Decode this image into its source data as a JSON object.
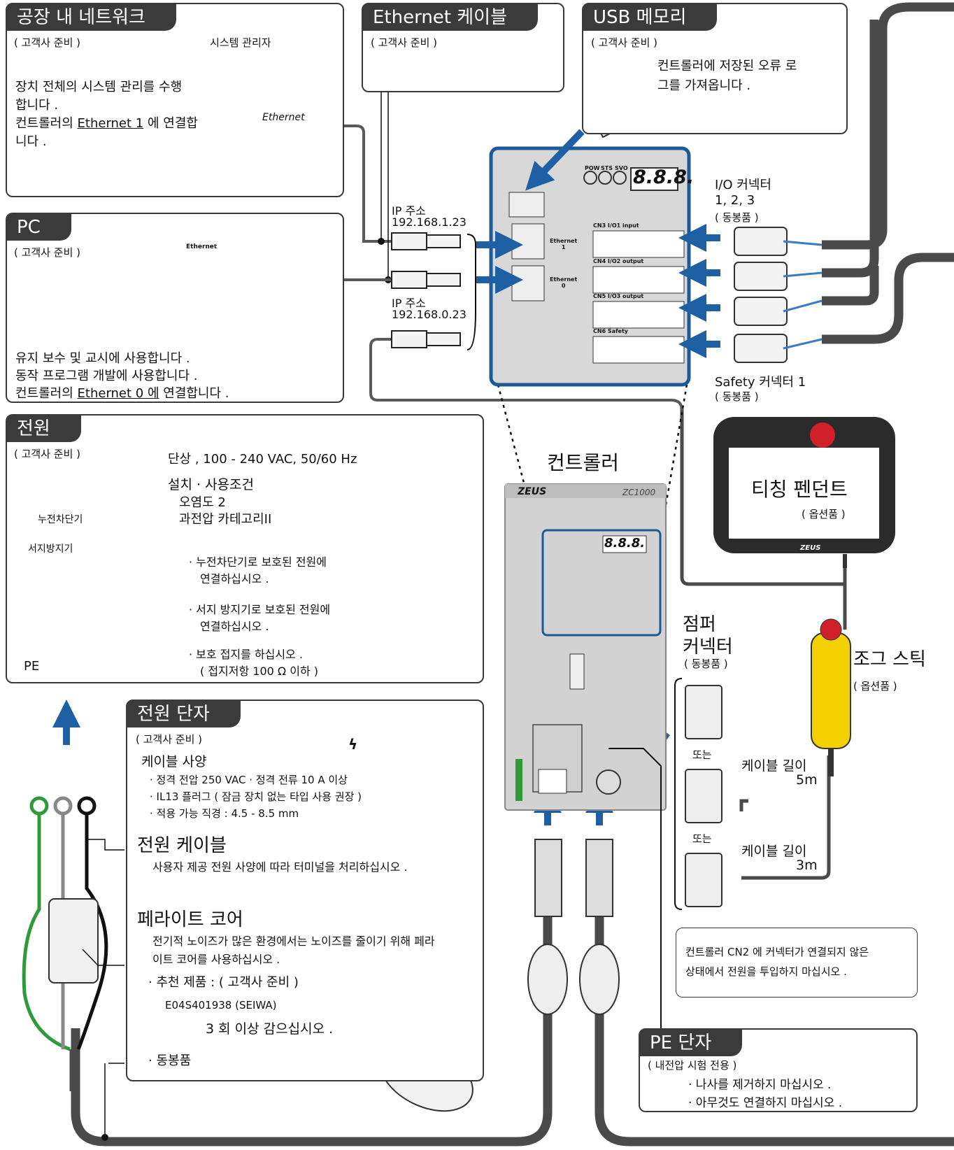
{
  "colors": {
    "panel_dark": "#3b3b3b",
    "arrow_blue": "#1f5fa3",
    "frame_blue": "#1e5a96",
    "warn_yellow": "#f5d000",
    "stop_red": "#d0202a",
    "cable_gray": "#5a5a5a",
    "earth_green": "#2f9a3a"
  },
  "network": {
    "title": "공장 내 네트워크",
    "supplied": "( 고객사 준비 )",
    "admin": "시스템 관리자",
    "desc_lines": [
      "장치 전체의 시스템 관리를 수행",
      "합니다 ."
    ],
    "connect_prefix": "컨트롤러의 ",
    "connect_port": "Ethernet 1",
    "connect_suffix": " 에 연결합",
    "connect_end": "니다 .",
    "ethernet_label": "Ethernet"
  },
  "ethernet_cable": {
    "title": "Ethernet 케이블",
    "supplied": "( 고객사 준비 )"
  },
  "usb": {
    "title": "USB 메모리",
    "supplied": "( 고객사 준비 )",
    "desc_lines": [
      "컨트롤러에 저장된  오류 로",
      "그를 가져옵니다 ."
    ]
  },
  "pc": {
    "title": "PC",
    "supplied": "( 고객사 준비 )",
    "port_label": "Ethernet",
    "lines": [
      "유지 보수 및 교시에 사용합니다 .",
      "동작 프로그램 개발에 사용합니다 ."
    ],
    "connect_prefix": "컨트롤러의 ",
    "connect_port": "Ethernet 0 에",
    "connect_suffix": " 연결합니다 ."
  },
  "ip1": {
    "label": "IP 주소",
    "value": "192.168.1.23"
  },
  "ip0": {
    "label": "IP 주소",
    "value": "192.168.0.23"
  },
  "controller_panel": {
    "leds": [
      "POW",
      "STS",
      "SVO"
    ],
    "display": "8.8.8.",
    "eth1": "Ethernet\n1",
    "eth0": "Ethernet\n0",
    "cn3": "CN3  I/O1 input",
    "cn4": "CN4  I/O2 output",
    "cn5": "CN5  I/O3 output",
    "cn6": "CN6   Safety"
  },
  "io_connector": {
    "label": "I/O 커넥터",
    "numbers": "1, 2, 3",
    "included": "( 동봉품 )"
  },
  "safety_connector": {
    "label": "Safety 커넥터 1",
    "included": "( 동봉품 )"
  },
  "power": {
    "title": "전원",
    "supplied": "( 고객사 준비 )",
    "spec": "단상 , 100 - 240 VAC, 50/60 Hz",
    "install_title": "설치 · 사용조건",
    "pollution": "오염도 2",
    "overvoltage": "과전압 카테고리II",
    "breaker": "누전차단기",
    "surge": "서지방지기",
    "pe": "PE",
    "notes": [
      [
        "·  누전차단기로 보호된 전원에",
        "연결하십시오 ."
      ],
      [
        "·  서지 방지기로 보호된 전원에",
        "연결하십시오 ."
      ],
      [
        "·  보호 접지를 하십시오 .",
        "( 접지저항 100 Ω 이하 )"
      ]
    ]
  },
  "controller": {
    "title": "컨트롤러",
    "brand": "ZEUS",
    "model": "ZC1000",
    "display": "8.8.8."
  },
  "pendant": {
    "title": "티칭 펜던트",
    "option": "( 옵션품 )",
    "brand": "ZEUS"
  },
  "jumper": {
    "title_lines": [
      "점퍼",
      "커넥터"
    ],
    "included": "( 동봉품 )",
    "or1": "또는",
    "or2": "또는",
    "len5_label": "케이블 길이",
    "len5": "5m",
    "len3_label": "케이블 길이",
    "len3": "3m"
  },
  "jog": {
    "title": "조그 스틱",
    "option": "( 옵션품 )"
  },
  "terminal": {
    "title": "전원 단자",
    "supplied": "( 고객사 준비 )",
    "cable_spec_title": "케이블 사양",
    "spec_lines": [
      "·  정격 전압 250 VAC   ·  정격 전류 10 A 이상",
      "·  IL13 플러그 ( 잠금 장치 없는 타입 사용 권장 )",
      "·  적용 가능 직경 : 4.5 - 8.5 mm"
    ],
    "cable_title": "전원 케이블",
    "cable_desc": "사용자 제공 전원 사양에 따라 터미널을 처리하십시오 .",
    "ferrite_title": "페라이트 코어",
    "ferrite_desc": [
      "전기적 노이즈가 많은 환경에서는 노이즈를 줄이기 위해 페라",
      "이트 코어를 사용하십시오 ."
    ],
    "recommend": "·  추천 제품 : ( 고객사 준비 )",
    "part": "E04S401938 (SEIWA)",
    "wind": "3 회 이상 감으십시오 .",
    "included": "·  동봉품"
  },
  "cn2_warning": [
    "컨트롤러 CN2 에 커넥터가 연결되지 않은",
    "상태에서 전원을 투입하지 마십시오 ."
  ],
  "pe_terminal": {
    "title": "PE 단자",
    "note": "( 내전압 시험 전용 )",
    "lines": [
      "·  나사를 제거하지 마십시오 .",
      "·  아무것도 연결하지 마십시오 ."
    ]
  }
}
